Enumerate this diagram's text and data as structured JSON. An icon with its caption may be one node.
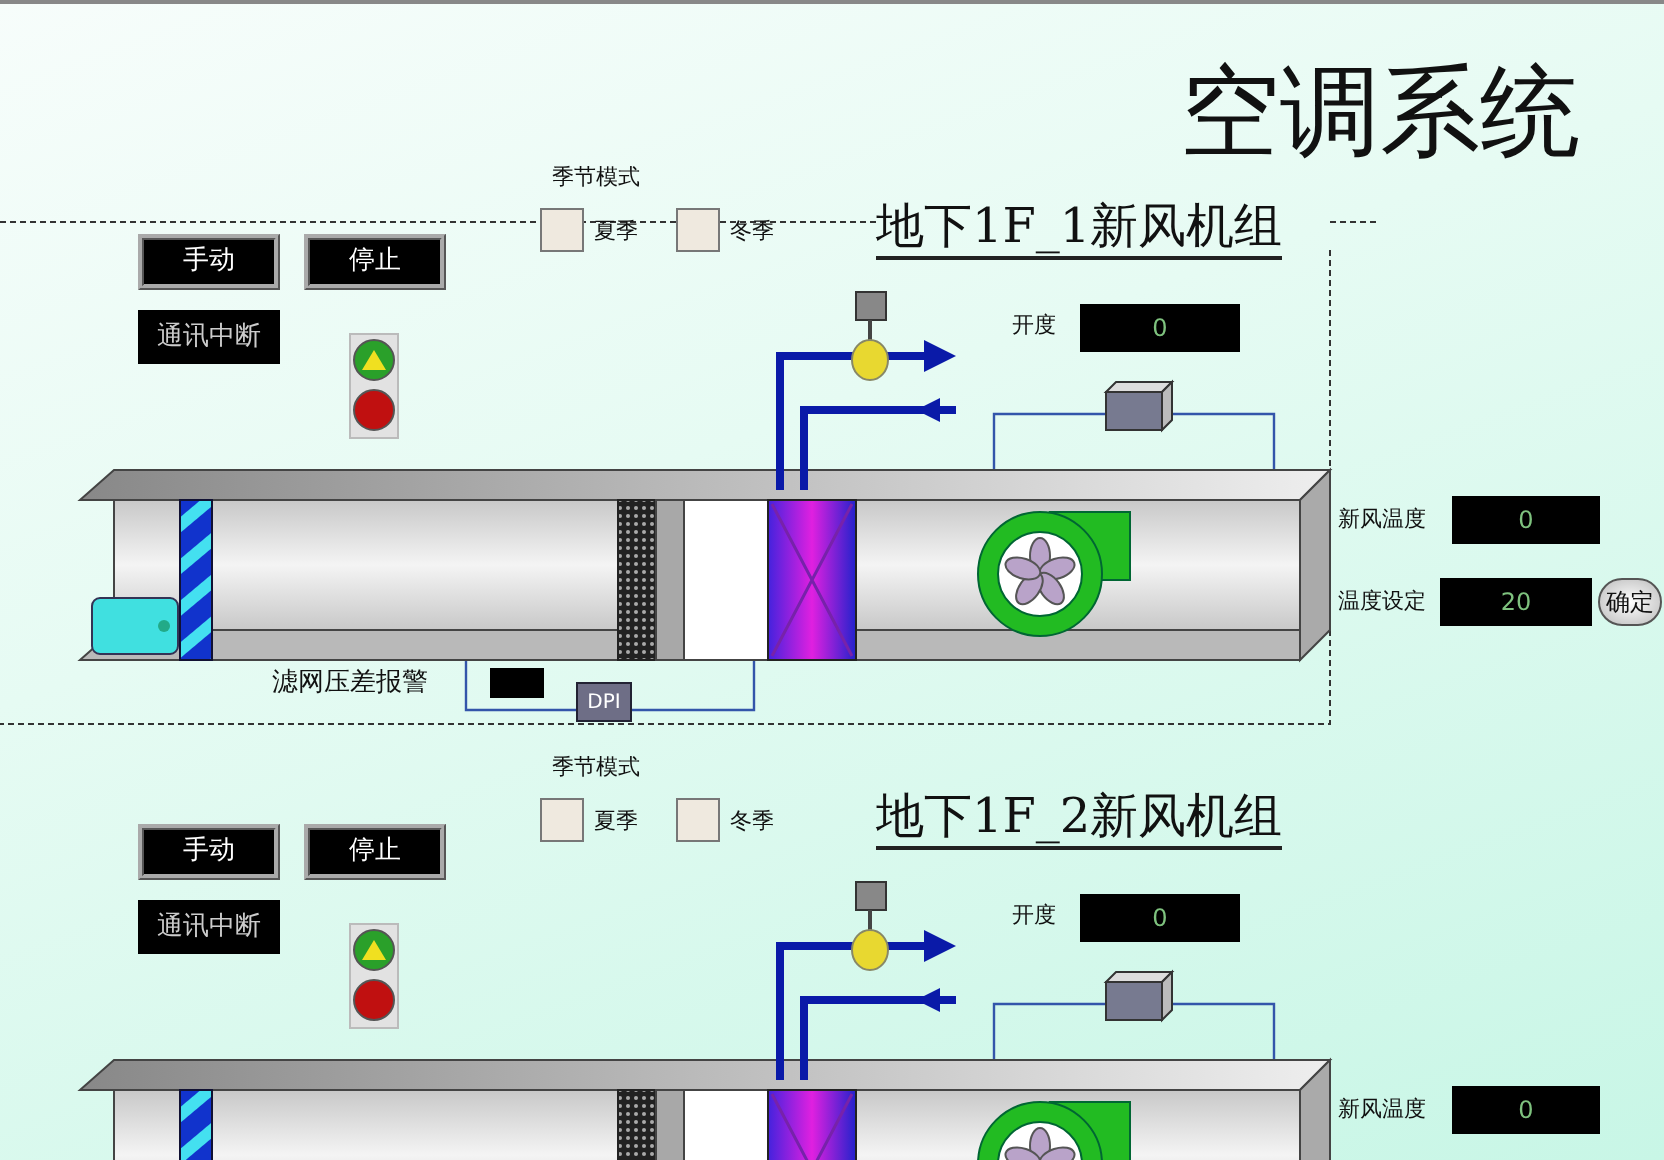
{
  "diagram": {
    "title": "空调系统",
    "labels": [
      "季节模式",
      "夏季",
      "冬季",
      "地下1F_1新风机组",
      "手动",
      "停止",
      "开度",
      "0",
      "通讯中断",
      "新风温度",
      "0",
      "温度设定",
      "20",
      "确定",
      "滤网压差报警",
      "DPI",
      "季节模式",
      "夏季",
      "冬季",
      "地下1F_2新风机组",
      "手动",
      "停止",
      "开度",
      "0",
      "通讯中断",
      "新风温度",
      "0"
    ]
  }
}
